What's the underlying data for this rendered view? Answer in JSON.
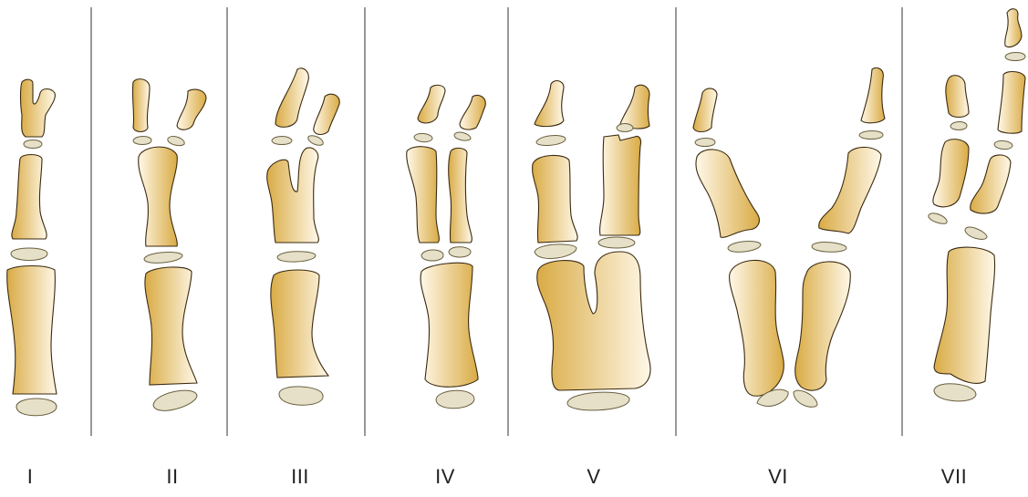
{
  "figure": {
    "panels": [
      {
        "label": "I"
      },
      {
        "label": "II"
      },
      {
        "label": "III"
      },
      {
        "label": "IV"
      },
      {
        "label": "V"
      },
      {
        "label": "VI"
      },
      {
        "label": "VII"
      }
    ],
    "colors": {
      "bone_dark": "#d9ab45",
      "bone_light": "#fff8e8",
      "sesamoid": "#e6e0c8",
      "divider": "#555555"
    }
  }
}
